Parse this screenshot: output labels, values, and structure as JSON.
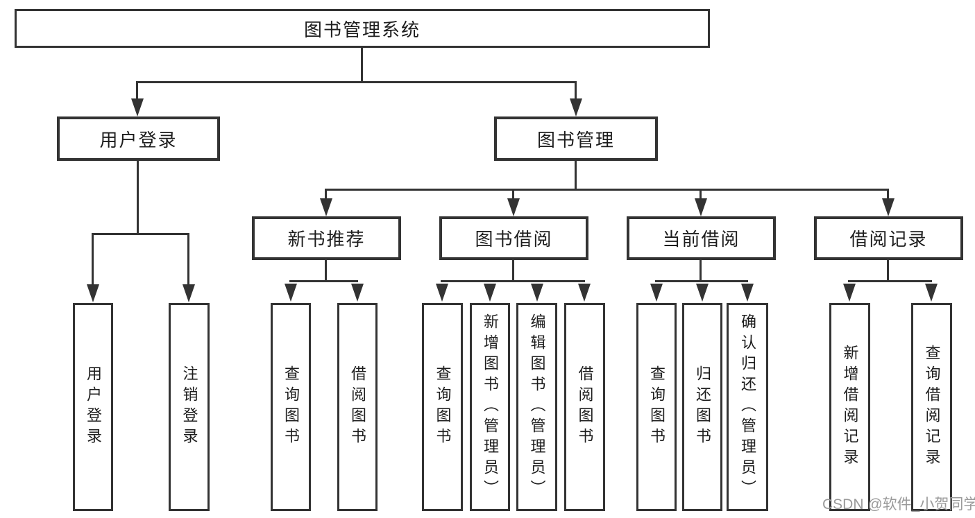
{
  "diagram": {
    "title": "图书管理系统",
    "branches": {
      "user_login": {
        "label": "用户登录",
        "children": [
          "用户登录",
          "注销登录"
        ]
      },
      "book_management": {
        "label": "图书管理",
        "sections": {
          "new_book_recommend": {
            "label": "新书推荐",
            "children": [
              "查询图书",
              "借阅图书"
            ]
          },
          "book_borrow": {
            "label": "图书借阅",
            "children": [
              "查询图书",
              "新增图书（管理员）",
              "编辑图书（管理员）",
              "借阅图书"
            ]
          },
          "current_borrow": {
            "label": "当前借阅",
            "children": [
              "查询图书",
              "归还图书",
              "确认归还（管理员）"
            ]
          },
          "borrow_records": {
            "label": "借阅记录",
            "children": [
              "新增借阅记录",
              "查询借阅记录"
            ]
          }
        }
      }
    }
  },
  "watermark": {
    "text": "CSDN @软件_小贺同学"
  },
  "colors": {
    "line": "#333333",
    "text": "#1d1d1d",
    "watermark": "#9a9a9a",
    "background": "#ffffff"
  }
}
